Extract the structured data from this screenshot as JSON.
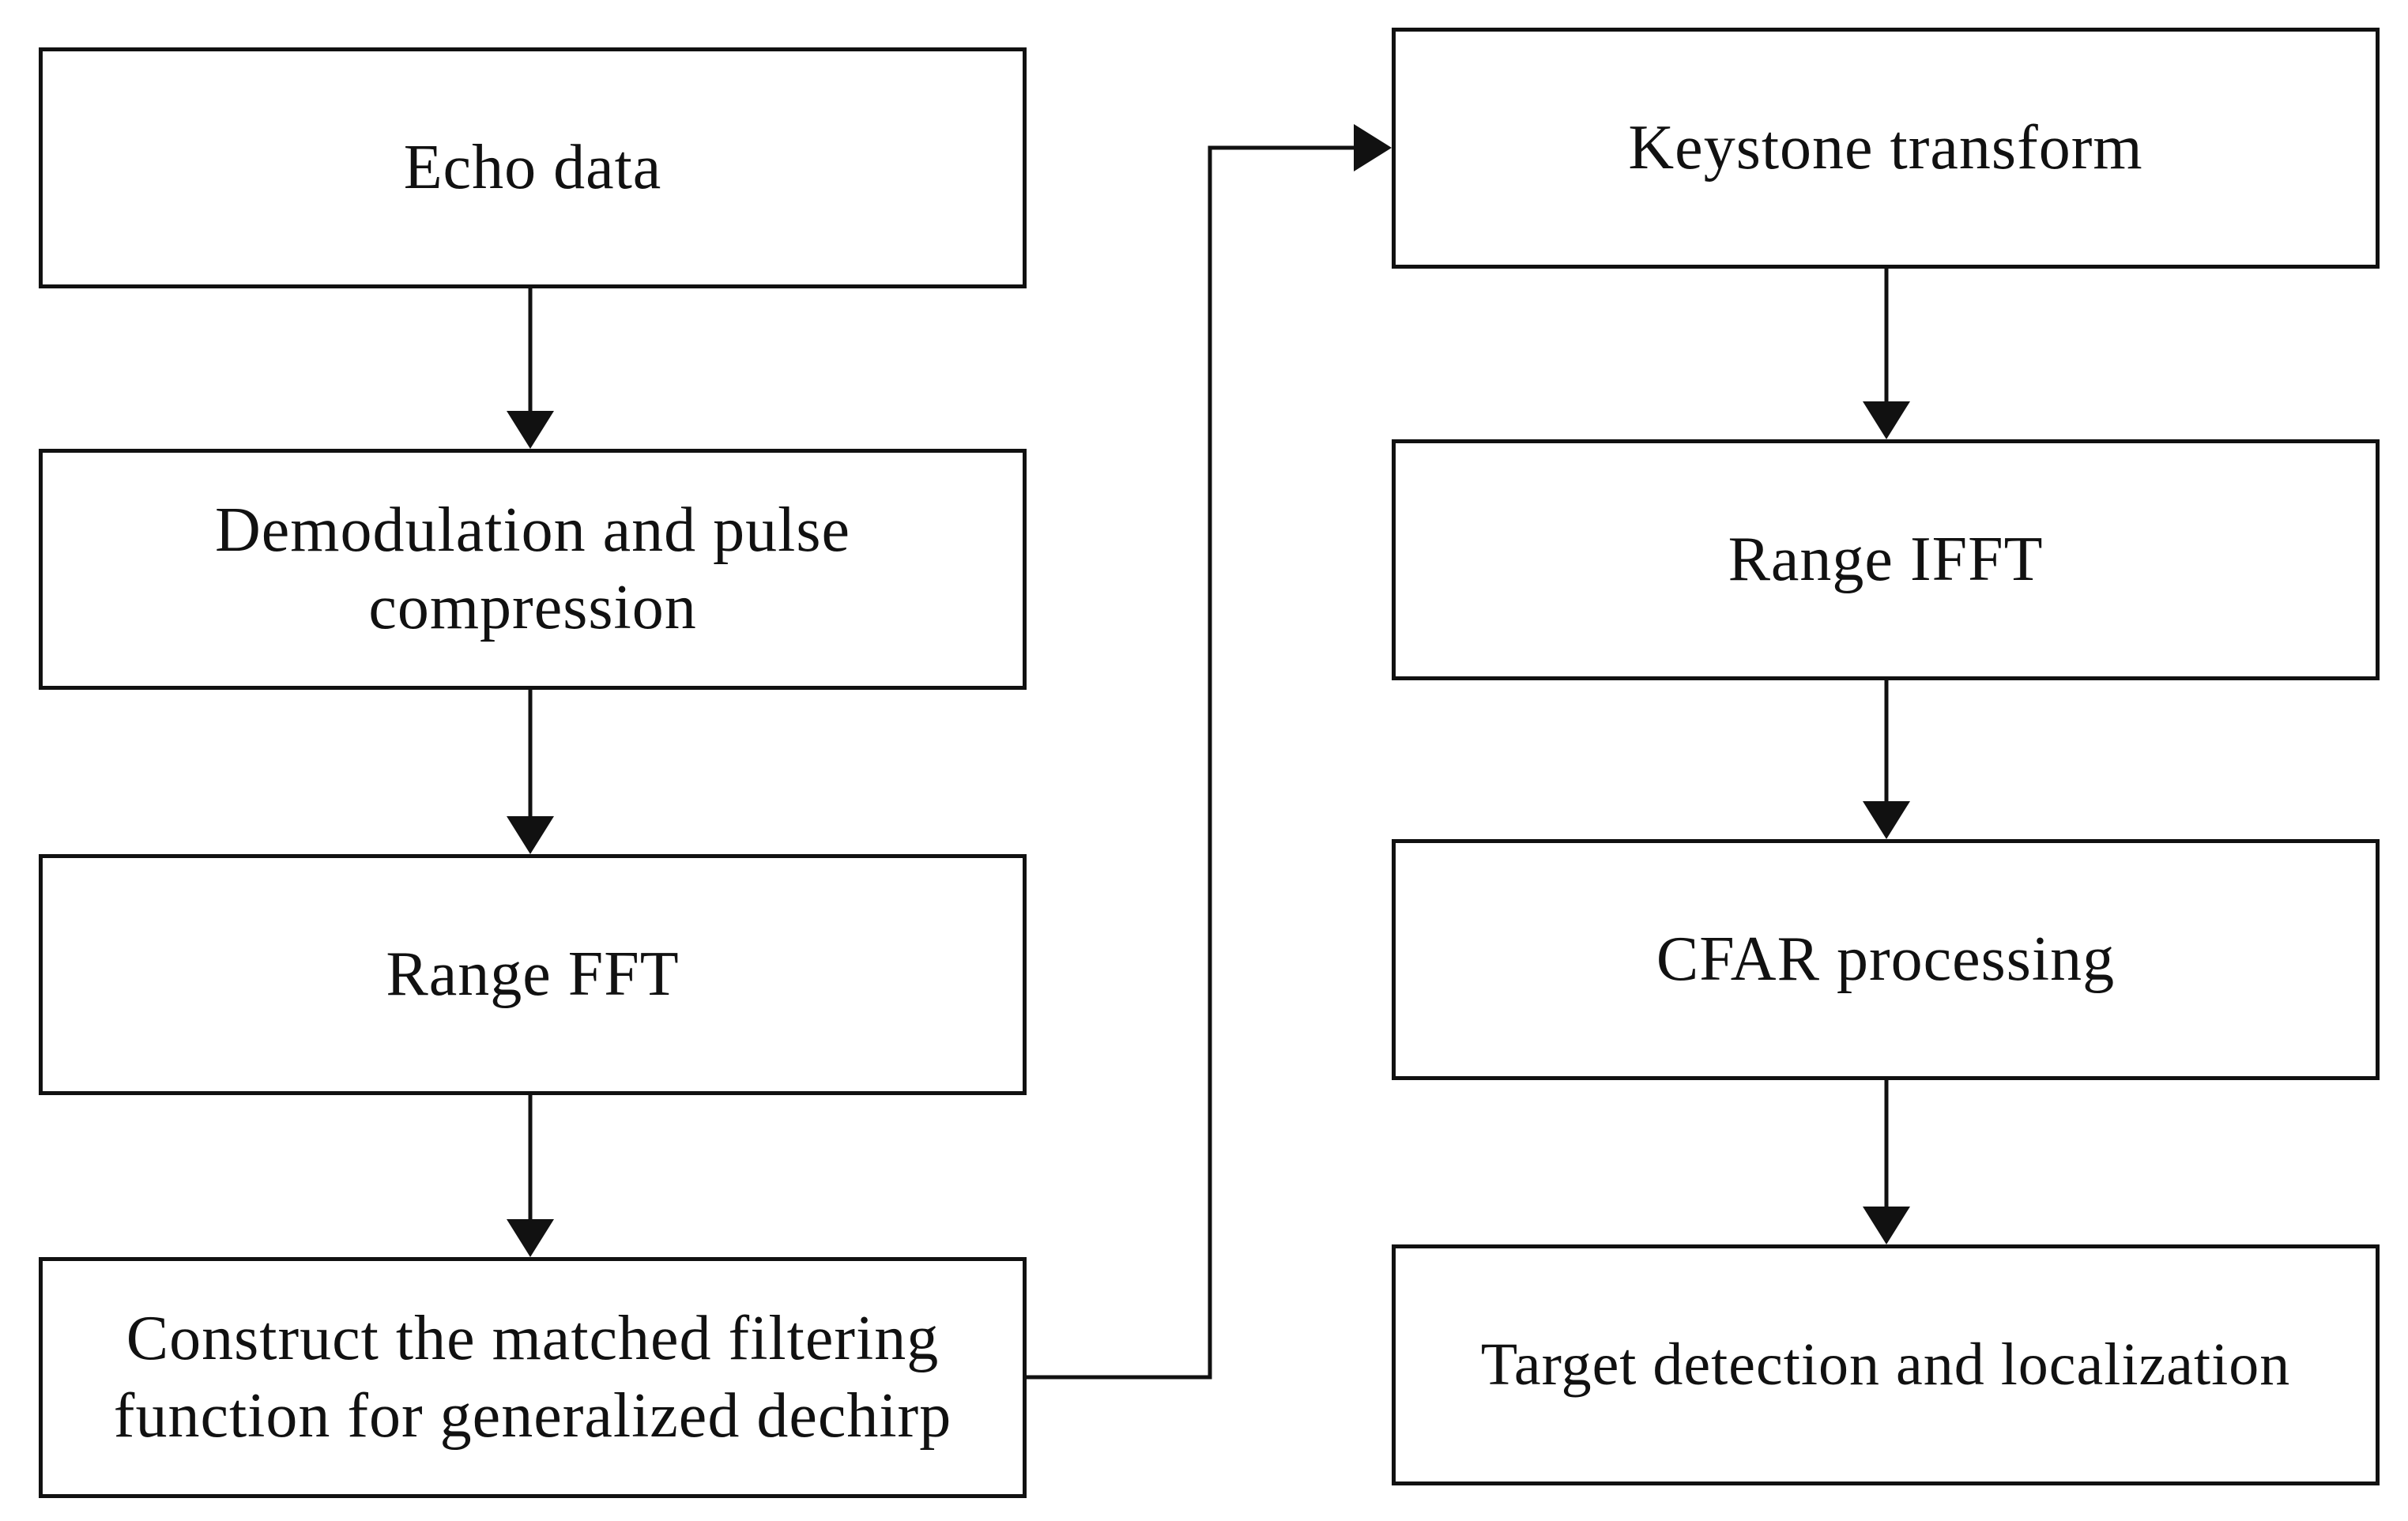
{
  "nodes": {
    "echo": "Echo data",
    "demod": "Demodulation and pulse compression",
    "range_fft": "Range FFT",
    "construct": "Construct the  matched filtering\nfunction for generalized dechirp",
    "keystone": "Keystone transform",
    "range_ifft": "Range IFFT",
    "cfar": "CFAR processing",
    "target": "Target detection and localization"
  },
  "colors": {
    "stroke": "#111111",
    "fill": "#ffffff"
  }
}
